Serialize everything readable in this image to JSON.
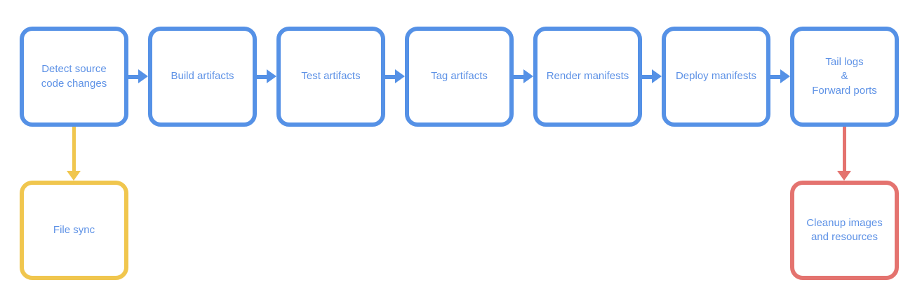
{
  "colors": {
    "blue": "#5591E6",
    "yellow": "#F0C64E",
    "red": "#E4736F",
    "text": "#5E92E6",
    "background": "#FFFFFF"
  },
  "pipeline": {
    "nodes": [
      {
        "id": "detect",
        "label": "Detect source\ncode changes"
      },
      {
        "id": "build",
        "label": "Build artifacts"
      },
      {
        "id": "test",
        "label": "Test artifacts"
      },
      {
        "id": "tag",
        "label": "Tag artifacts"
      },
      {
        "id": "render",
        "label": "Render manifests"
      },
      {
        "id": "deploy",
        "label": "Deploy manifests"
      },
      {
        "id": "tail",
        "label": "Tail logs\n&\nForward ports"
      }
    ],
    "side_nodes": [
      {
        "id": "file-sync",
        "label": "File sync",
        "color": "yellow"
      },
      {
        "id": "cleanup",
        "label": "Cleanup images\nand resources",
        "color": "red"
      }
    ],
    "edges": [
      {
        "from": "detect",
        "to": "build",
        "color": "blue"
      },
      {
        "from": "build",
        "to": "test",
        "color": "blue"
      },
      {
        "from": "test",
        "to": "tag",
        "color": "blue"
      },
      {
        "from": "tag",
        "to": "render",
        "color": "blue"
      },
      {
        "from": "render",
        "to": "deploy",
        "color": "blue"
      },
      {
        "from": "deploy",
        "to": "tail",
        "color": "blue"
      },
      {
        "from": "detect",
        "to": "file-sync",
        "color": "yellow"
      },
      {
        "from": "tail",
        "to": "cleanup",
        "color": "red"
      }
    ]
  }
}
